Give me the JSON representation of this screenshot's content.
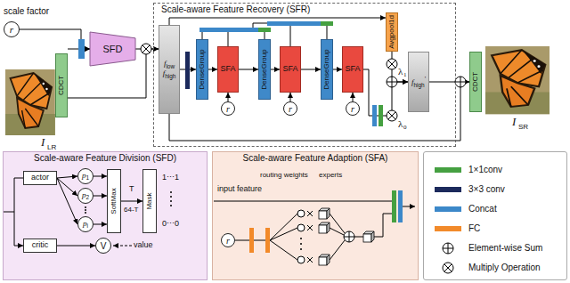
{
  "diagram": {
    "nodes": [
      {
        "text": [
          "r"
        ]
      },
      {
        "text": [
          "CDCT"
        ]
      },
      {
        "text": [
          "SFD"
        ]
      },
      {
        "text": [
          "Scale-aware Feature Recovery (SFR)"
        ]
      },
      {
        "text": [
          "f",
          "low",
          "f",
          "high"
        ],
        "in": 3
      },
      {
        "text": [
          "DenseGroup"
        ],
        "in": 3
      },
      {
        "text": [
          "SFA"
        ],
        "in": 3
      },
      {
        "text": [
          "r"
        ],
        "in": 3
      },
      {
        "text": [
          "DenseGroup"
        ],
        "in": 3
      },
      {
        "text": [
          "SFA"
        ],
        "in": 3
      },
      {
        "text": [
          "r"
        ],
        "in": 3
      },
      {
        "text": [
          "DenseGroup"
        ],
        "in": 3
      },
      {
        "text": [
          "SFA"
        ],
        "in": 3
      },
      {
        "text": [
          "r"
        ],
        "in": 3
      },
      {
        "text": [
          "Avgpool1d"
        ],
        "in": 3
      },
      {
        "text": [
          "f",
          "high",
          "'"
        ],
        "in": 3
      },
      {
        "text": [
          "CDCT"
        ]
      },
      {
        "text": [
          "Scale-aware Feature Division (SFD)"
        ]
      },
      {
        "text": [
          "actor"
        ],
        "in": 17
      },
      {
        "text": [
          "critic"
        ],
        "in": 17
      },
      {
        "text": [
          "p",
          "1"
        ],
        "in": 17
      },
      {
        "text": [
          "p",
          "2"
        ],
        "in": 17
      },
      {
        "text": [
          "p",
          "i"
        ],
        "in": 17
      },
      {
        "text": [
          "SoftMax"
        ],
        "in": 17
      },
      {
        "text": [
          "Mask"
        ],
        "in": 17
      },
      {
        "text": [
          "V"
        ],
        "in": 17
      },
      {
        "text": [
          "Scale-aware Feature Adaption (SFA)"
        ]
      },
      {
        "text": [
          "r"
        ],
        "in": 26
      }
    ],
    "edges": [
      {
        "from": 0,
        "to": 2,
        "arrow": "to"
      },
      {
        "from": 1,
        "to": 2,
        "arrow": "to"
      },
      {
        "from": 1,
        "to": 4,
        "arrow": "to"
      },
      {
        "from": 2,
        "to": 4,
        "arrow": "to"
      },
      {
        "from": 4,
        "to": 5,
        "arrow": "to"
      },
      {
        "from": 5,
        "to": 6,
        "arrow": "to"
      },
      {
        "from": 7,
        "to": 6,
        "arrow": "to"
      },
      {
        "from": 6,
        "to": 8,
        "arrow": "to"
      },
      {
        "from": 8,
        "to": 9,
        "arrow": "to"
      },
      {
        "from": 10,
        "to": 9,
        "arrow": "to"
      },
      {
        "from": 9,
        "to": 11,
        "arrow": "to"
      },
      {
        "from": 11,
        "to": 12,
        "arrow": "to"
      },
      {
        "from": 13,
        "to": 12,
        "arrow": "to"
      },
      {
        "from": 12,
        "to": 15,
        "arrow": "to"
      },
      {
        "from": 4,
        "to": 14,
        "arrow": "to"
      },
      {
        "from": 14,
        "to": 15,
        "arrow": "to"
      },
      {
        "from": 15,
        "to": 16,
        "arrow": "to"
      },
      {
        "from": 4,
        "to": 16,
        "arrow": "to"
      },
      {
        "from": 18,
        "to": 20,
        "arrow": "to"
      },
      {
        "from": 18,
        "to": 21,
        "arrow": "to"
      },
      {
        "from": 18,
        "to": 22,
        "arrow": "to"
      },
      {
        "from": 20,
        "to": 23,
        "arrow": "to"
      },
      {
        "from": 21,
        "to": 23,
        "arrow": "to"
      },
      {
        "from": 22,
        "to": 23,
        "arrow": "to"
      },
      {
        "from": 23,
        "to": 24,
        "arrow": "to"
      },
      {
        "from": 19,
        "to": 25,
        "arrow": "to"
      }
    ],
    "labels": [
      "scale factor",
      "I",
      "LR",
      "I",
      "SR",
      "λ",
      "1",
      "λ",
      "0",
      "T",
      "64-T",
      "1⋯1",
      "0⋯0",
      "value",
      "input feature",
      "routing weights",
      "experts"
    ],
    "legend": [
      {
        "text": "1×1conv",
        "color": "#45a041"
      },
      {
        "text": "3×3 conv",
        "color": "#1c2a5c"
      },
      {
        "text": "Concat",
        "color": "#3c88c9"
      },
      {
        "text": "FC",
        "color": "#f28a2a"
      },
      {
        "text": "Element-wise Sum"
      },
      {
        "text": "Multiply Operation"
      }
    ]
  }
}
